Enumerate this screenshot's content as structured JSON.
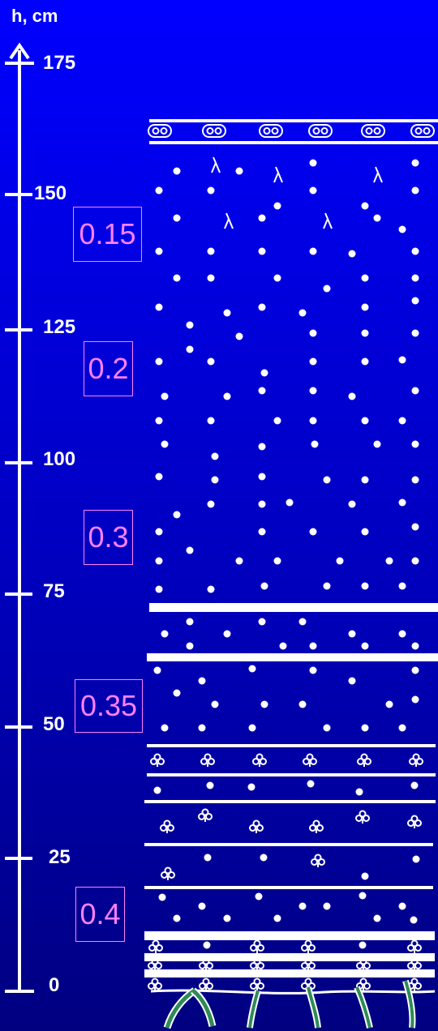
{
  "axis": {
    "title": "h, cm",
    "ticks": [
      "175",
      "150",
      "125",
      "100",
      "75",
      "50",
      "25",
      "0"
    ]
  },
  "coefficients": [
    "0.15",
    "0.2",
    "0.3",
    "0.35",
    "0.4"
  ]
}
